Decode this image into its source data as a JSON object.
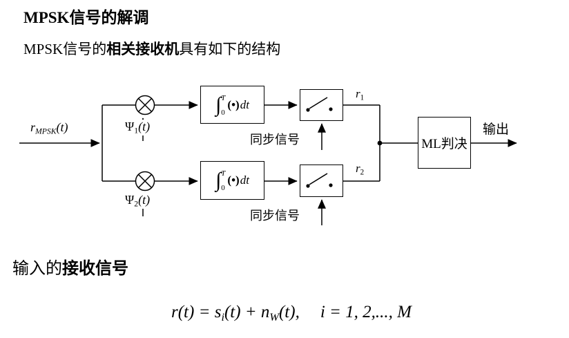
{
  "colors": {
    "background": "#ffffff",
    "line": "#000000"
  },
  "header": {
    "title": "MPSK信号的解调",
    "subtitle_prefix": "MPSK信号的",
    "subtitle_bold": "相关接收机",
    "subtitle_suffix": "具有如下的结构"
  },
  "diagram": {
    "input_label": {
      "variable": "r",
      "subscript": "MPSK",
      "argument": "(t)"
    },
    "psi1": {
      "symbol": "Ψ",
      "subscript": "1",
      "argument": "(t)"
    },
    "psi2": {
      "symbol": "Ψ",
      "subscript": "2",
      "argument": "(t)"
    },
    "integrator1": {
      "integral": "∫",
      "upper_limit": "T",
      "lower_limit": "0",
      "integrand": "(•)",
      "differential": "dt"
    },
    "integrator2": {
      "integral": "∫",
      "upper_limit": "T",
      "lower_limit": "0",
      "integrand": "(•)",
      "differential": "dt"
    },
    "sync1": "同步信号",
    "sync2": "同步信号",
    "r1": {
      "variable": "r",
      "subscript": "1"
    },
    "r2": {
      "variable": "r",
      "subscript": "2"
    },
    "ml_block": "ML判决",
    "output_label": "输出"
  },
  "bottom": {
    "heading_prefix": "输入的",
    "heading_bold": "接收信号",
    "formula": {
      "part1": "r(t) = s",
      "sub1": "i",
      "part2": "(t) + n",
      "sub2": "W",
      "part3": "(t),",
      "part4": "i = 1, 2,..., M"
    }
  }
}
